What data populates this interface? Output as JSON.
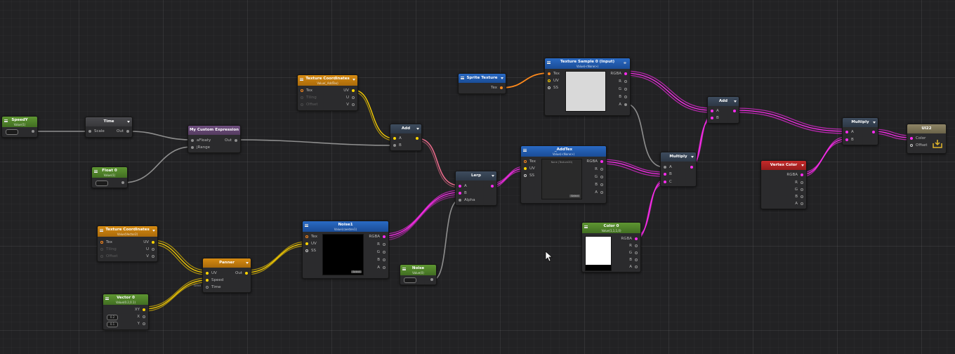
{
  "canvas": {
    "grid": true,
    "background": "#222224"
  },
  "colors": {
    "float_wire": "#8e8e8e",
    "vec2_wire": "#ffd400",
    "tex_wire": "#ff8a1c",
    "color_wire": "#ff2cf0"
  },
  "nodes": {
    "speedY": {
      "title": "SpeedY",
      "subtitle": "Value(1)"
    },
    "time": {
      "title": "Time",
      "in_scale": "Scale",
      "out": "Out"
    },
    "custom_expr": {
      "title": "My Custom Expression",
      "in_a": "aFloaty",
      "in_b": "jRange",
      "out": "Out"
    },
    "float0": {
      "title": "Float 0",
      "subtitle": "Value(1)"
    },
    "texcoord1": {
      "title": "Texture Coordinates",
      "subtitle": "Value(_AddTex)",
      "in_tex": "Tex",
      "in_tiling": "Tiling",
      "in_offset": "Offset",
      "out_uv": "UV",
      "out_u": "U",
      "out_v": "V"
    },
    "add1": {
      "title": "Add",
      "in_a": "A",
      "in_b": "B"
    },
    "sprite_tex": {
      "title": "Sprite Texture",
      "out_tex": "Tex"
    },
    "tex_sample0": {
      "title": "Texture Sample 0 (Input)",
      "subtitle": "Value(<None>)",
      "in_tex": "Tex",
      "in_uv": "UV",
      "in_ss": "SS",
      "out_rgba": "RGBA",
      "out_r": "R",
      "out_g": "G",
      "out_b": "B",
      "out_a": "A"
    },
    "lerp": {
      "title": "Lerp",
      "in_a": "A",
      "in_b": "B",
      "in_alpha": "Alpha"
    },
    "addtex": {
      "title": "_AddTex",
      "subtitle": "Value(<None>)",
      "in_tex": "Tex",
      "in_uv": "UV",
      "in_ss": "SS",
      "preview_label": "None (Texture2D)",
      "preview_btn": "Select",
      "out_rgba": "RGBA",
      "out_r": "R",
      "out_g": "G",
      "out_b": "B",
      "out_a": "A"
    },
    "multiply1": {
      "title": "Multiply",
      "in_a": "A",
      "in_b": "B",
      "in_c": "C"
    },
    "add2": {
      "title": "Add",
      "in_a": "A",
      "in_b": "B"
    },
    "multiply2": {
      "title": "Multiply",
      "in_a": "A",
      "in_b": "B"
    },
    "output": {
      "title": "UI22",
      "in_color": "Color",
      "in_offset": "Offset"
    },
    "vertex_color": {
      "title": "Vertex Color",
      "out_rgba": "RGBA",
      "out_r": "R",
      "out_g": "G",
      "out_b": "B",
      "out_a": "A"
    },
    "color0": {
      "title": "Color 0",
      "subtitle": "Value(1,1,1,0)",
      "out_rgba": "RGBA",
      "out_r": "R",
      "out_g": "G",
      "out_b": "B",
      "out_a": "A"
    },
    "texcoord2": {
      "title": "Texture Coordinates",
      "subtitle": "Value(Vector2)",
      "in_tex": "Tex",
      "in_tiling": "Tiling",
      "in_offset": "Offset",
      "out_uv": "UV",
      "out_u": "U",
      "out_v": "V"
    },
    "panner": {
      "title": "Panner",
      "in_uv": "UV",
      "in_speed": "Speed",
      "in_time": "Time",
      "out": "Out",
      "side_label": "time"
    },
    "vector0": {
      "title": "Vector 0",
      "subtitle": "Value(0.2,0.1)",
      "out_xy": "XY",
      "out_x": "X",
      "out_y": "Y",
      "field_x": "0.2",
      "field_y": "0.1"
    },
    "noise1": {
      "title": "Noise1",
      "subtitle": "Value(caesten1)",
      "in_tex": "Tex",
      "in_uv": "UV",
      "in_ss": "SS",
      "preview_btn": "Select",
      "out_rgba": "RGBA",
      "out_r": "R",
      "out_g": "G",
      "out_b": "B",
      "out_a": "A"
    },
    "noise": {
      "title": "Noise",
      "subtitle": "Value(0)"
    }
  }
}
